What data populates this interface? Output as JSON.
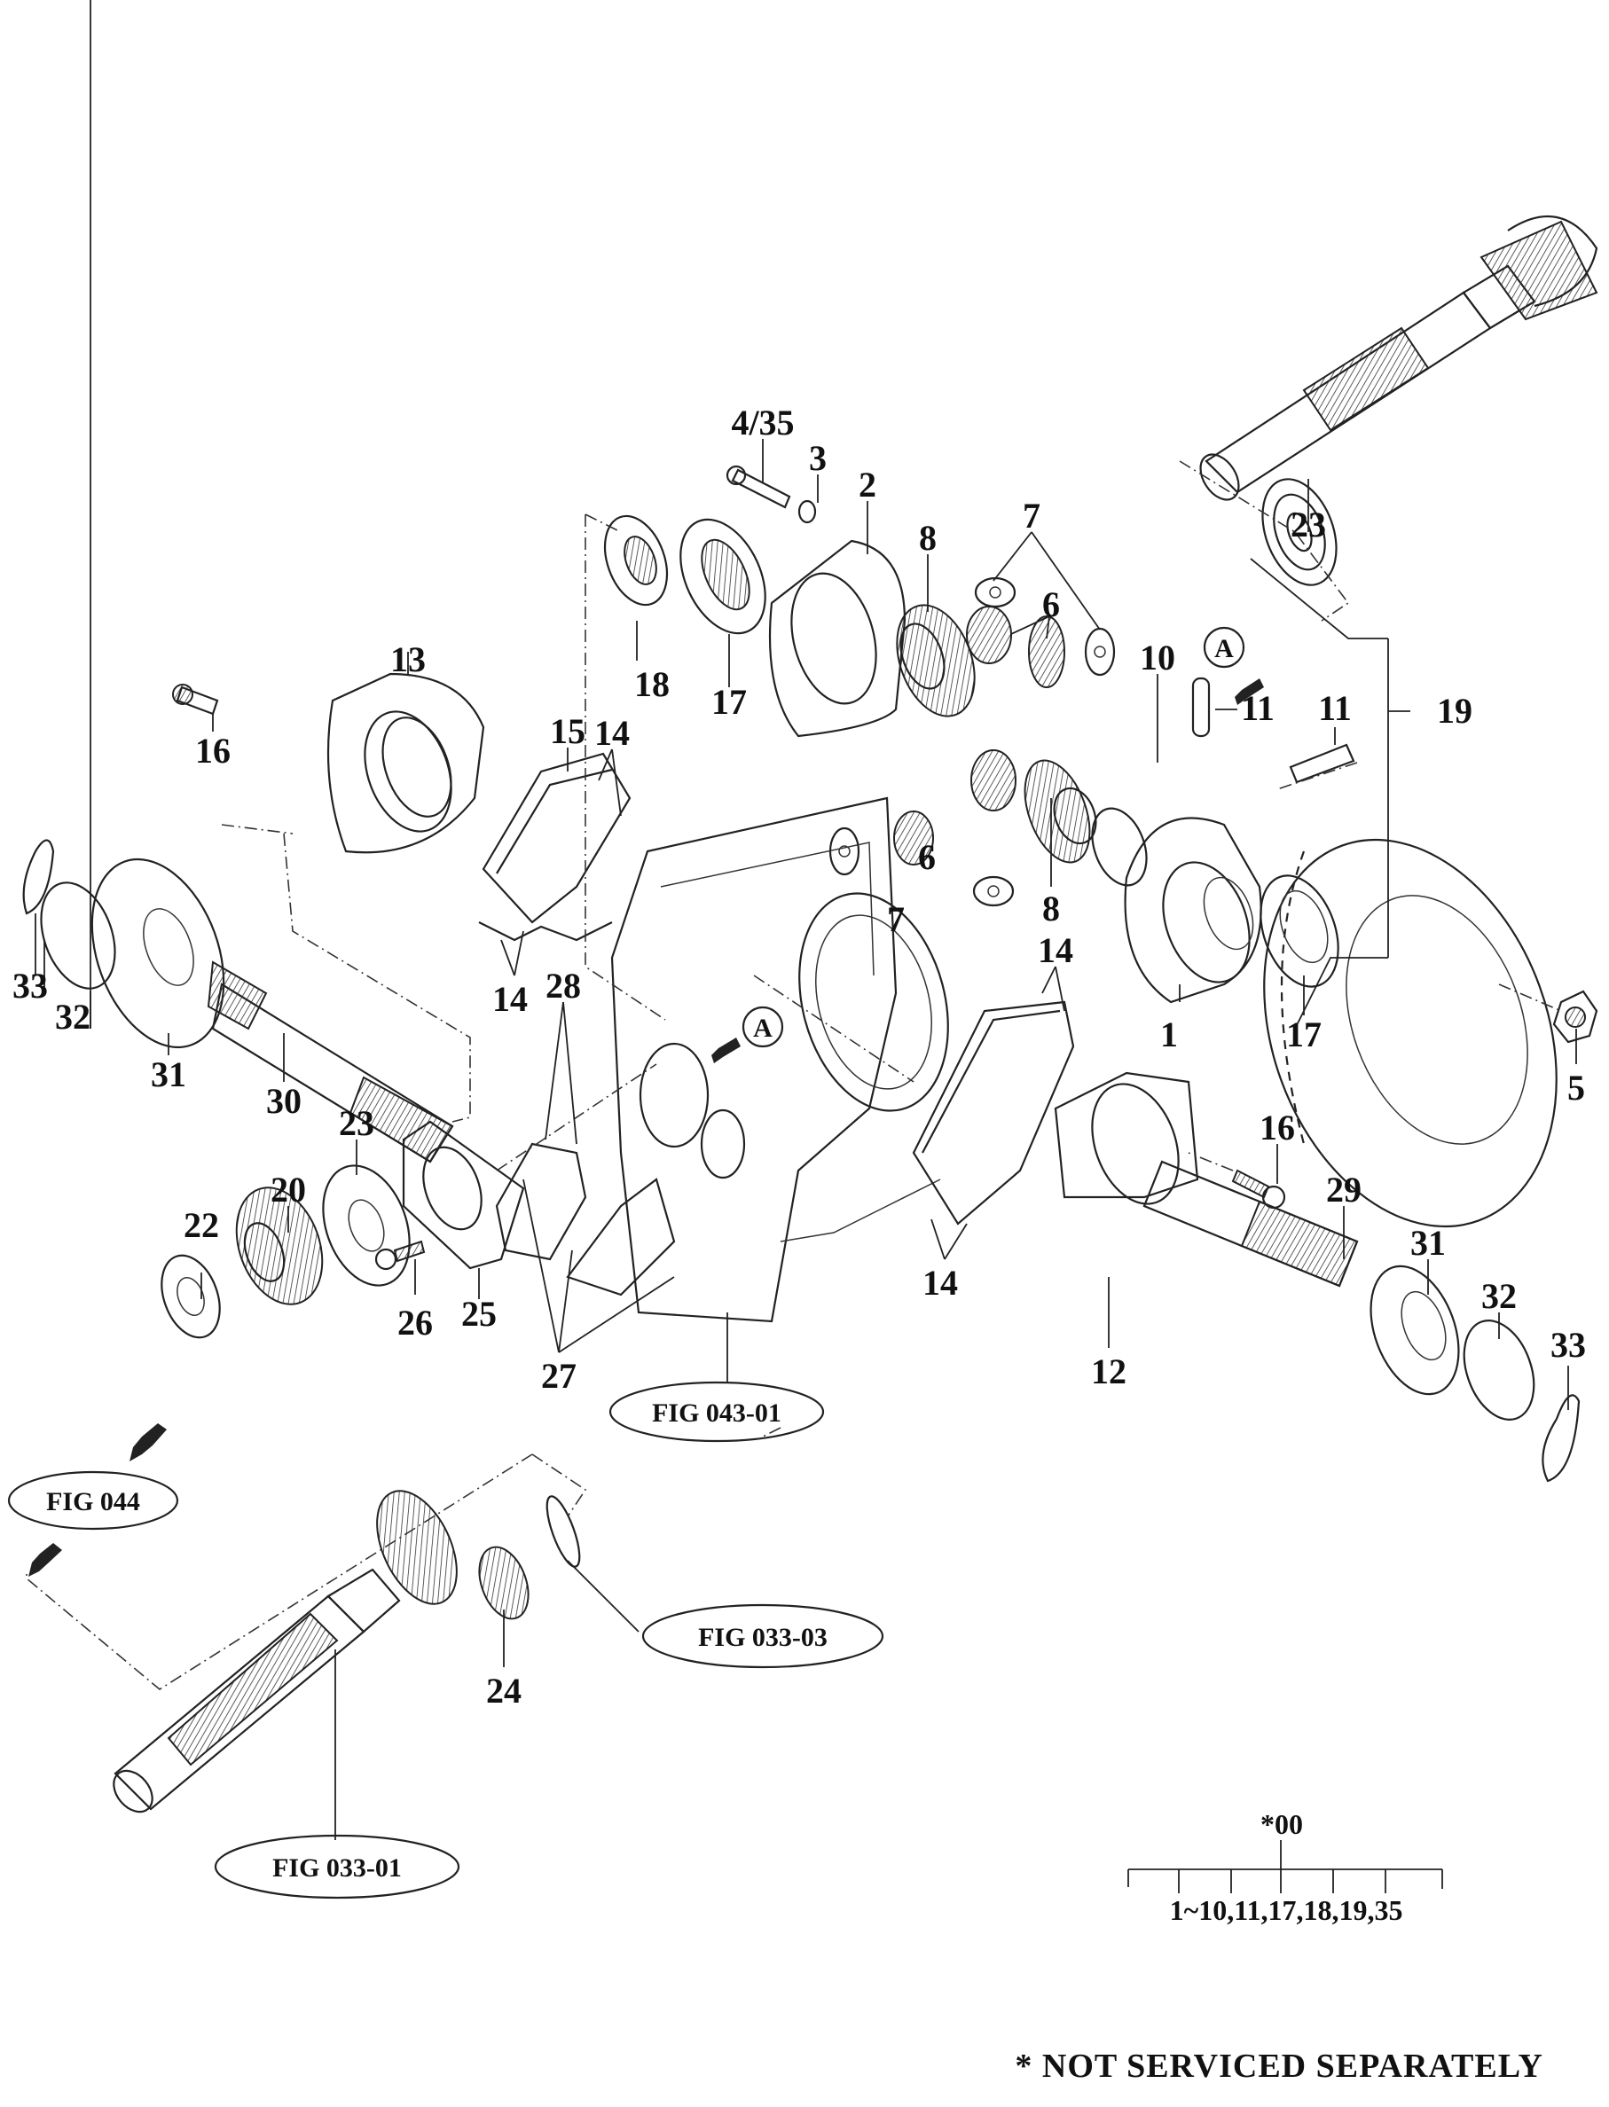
{
  "diagram": {
    "type": "exploded-parts-view",
    "subject": "Differential / transfer gear assembly",
    "part_labels": [
      {
        "id": "p1",
        "text": "1"
      },
      {
        "id": "p2",
        "text": "2"
      },
      {
        "id": "p3",
        "text": "3"
      },
      {
        "id": "p4_35",
        "text": "4/35"
      },
      {
        "id": "p5",
        "text": "5"
      },
      {
        "id": "p6a",
        "text": "6"
      },
      {
        "id": "p6b",
        "text": "6"
      },
      {
        "id": "p7a",
        "text": "7"
      },
      {
        "id": "p7b",
        "text": "7"
      },
      {
        "id": "p8a",
        "text": "8"
      },
      {
        "id": "p8b",
        "text": "8"
      },
      {
        "id": "p10",
        "text": "10"
      },
      {
        "id": "p11a",
        "text": "11"
      },
      {
        "id": "p11b",
        "text": "11"
      },
      {
        "id": "p12",
        "text": "12"
      },
      {
        "id": "p13",
        "text": "13"
      },
      {
        "id": "p14a",
        "text": "14"
      },
      {
        "id": "p14b",
        "text": "14"
      },
      {
        "id": "p14c",
        "text": "14"
      },
      {
        "id": "p14d",
        "text": "14"
      },
      {
        "id": "p15",
        "text": "15"
      },
      {
        "id": "p16a",
        "text": "16"
      },
      {
        "id": "p16b",
        "text": "16"
      },
      {
        "id": "p17a",
        "text": "17"
      },
      {
        "id": "p17b",
        "text": "17"
      },
      {
        "id": "p18",
        "text": "18"
      },
      {
        "id": "p19",
        "text": "19"
      },
      {
        "id": "p20",
        "text": "20"
      },
      {
        "id": "p22",
        "text": "22"
      },
      {
        "id": "p23a",
        "text": "23"
      },
      {
        "id": "p23b",
        "text": "23"
      },
      {
        "id": "p24",
        "text": "24"
      },
      {
        "id": "p25",
        "text": "25"
      },
      {
        "id": "p26",
        "text": "26"
      },
      {
        "id": "p27",
        "text": "27"
      },
      {
        "id": "p28",
        "text": "28"
      },
      {
        "id": "p29",
        "text": "29"
      },
      {
        "id": "p30",
        "text": "30"
      },
      {
        "id": "p31a",
        "text": "31"
      },
      {
        "id": "p31b",
        "text": "31"
      },
      {
        "id": "p32a",
        "text": "32"
      },
      {
        "id": "p32b",
        "text": "32"
      },
      {
        "id": "p33a",
        "text": "33"
      },
      {
        "id": "p33b",
        "text": "33"
      }
    ],
    "view_markers": [
      {
        "id": "A1",
        "text": "A"
      },
      {
        "id": "A2",
        "text": "A"
      }
    ],
    "figure_refs": [
      {
        "id": "fig043",
        "text": "FIG 043-01"
      },
      {
        "id": "fig044",
        "text": "FIG 044"
      },
      {
        "id": "fig03303",
        "text": "FIG 033-03"
      },
      {
        "id": "fig03301",
        "text": "FIG 033-01"
      }
    ],
    "kit": {
      "code": "*00",
      "members": "1~10,11,17,18,19,35"
    },
    "footnote": "* NOT SERVICED SEPARATELY"
  }
}
